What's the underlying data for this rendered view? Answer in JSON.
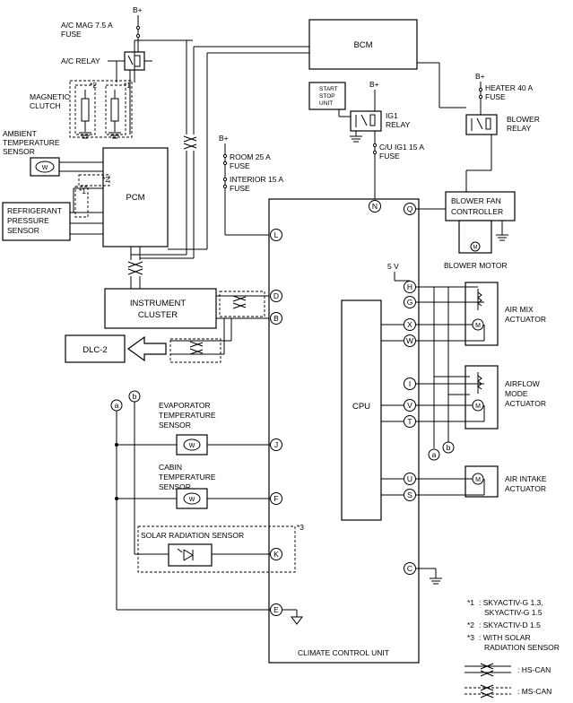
{
  "labels": {
    "b_plus": "B+",
    "ac_mag_fuse_1": "A/C MAG 7.5 A",
    "ac_mag_fuse_2": "FUSE",
    "ac_relay": "A/C RELAY",
    "magnetic_clutch_1": "MAGNETIC",
    "magnetic_clutch_2": "CLUTCH",
    "ambient_1": "AMBIENT",
    "ambient_2": "TEMPERATURE",
    "ambient_3": "SENSOR",
    "refrigerant_1": "REFRIGERANT",
    "refrigerant_2": "PRESSURE",
    "refrigerant_3": "SENSOR",
    "pcm": "PCM",
    "bcm": "BCM",
    "start_stop_1": "START",
    "start_stop_2": "STOP",
    "start_stop_3": "UNIT",
    "ig1_relay_1": "IG1",
    "ig1_relay_2": "RELAY",
    "cu_ig1_fuse_1": "C/U IG1 15 A",
    "cu_ig1_fuse_2": "FUSE",
    "heater_fuse_1": "HEATER 40 A",
    "heater_fuse_2": "FUSE",
    "blower_relay_1": "BLOWER",
    "blower_relay_2": "RELAY",
    "room_fuse_1": "ROOM 25 A",
    "room_fuse_2": "FUSE",
    "interior_fuse_1": "INTERIOR 15 A",
    "interior_fuse_2": "FUSE",
    "blower_fan_1": "BLOWER FAN",
    "blower_fan_2": "CONTROLLER",
    "blower_motor": "BLOWER MOTOR",
    "five_v": "5 V",
    "instrument_1": "INSTRUMENT",
    "instrument_2": "CLUSTER",
    "dlc2": "DLC-2",
    "cpu": "CPU",
    "air_mix_1": "AIR MIX",
    "air_mix_2": "ACTUATOR",
    "airflow_1": "AIRFLOW",
    "airflow_2": "MODE",
    "airflow_3": "ACTUATOR",
    "air_intake_1": "AIR INTAKE",
    "air_intake_2": "ACTUATOR",
    "evap_1": "EVAPORATOR",
    "evap_2": "TEMPERATURE",
    "evap_3": "SENSOR",
    "cabin_1": "CABIN",
    "cabin_2": "TEMPERATURE",
    "cabin_3": "SENSOR",
    "solar": "SOLAR RADIATION SENSOR",
    "ccu": "CLIMATE CONTROL UNIT",
    "mark_1": "*1",
    "mark_2": "*2",
    "mark_3": "*3",
    "wire_a": "a",
    "wire_b": "b",
    "thermistor_symbol": "W"
  },
  "pins": {
    "N": "N",
    "Q": "Q",
    "L": "L",
    "D": "D",
    "B": "B",
    "H": "H",
    "G": "G",
    "X": "X",
    "W": "W",
    "I": "I",
    "V": "V",
    "T": "T",
    "J": "J",
    "F": "F",
    "U": "U",
    "S": "S",
    "K": "K",
    "C": "C",
    "E": "E"
  },
  "motor_symbol": "M",
  "notes": {
    "n1_key": "*1",
    "n1_a": ": SKYACTIV-G 1.3,",
    "n1_b": "SKYACTIV-G 1.5",
    "n2_key": "*2",
    "n2": ": SKYACTIV-D 1.5",
    "n3_key": "*3",
    "n3_a": ": WITH SOLAR",
    "n3_b": "RADIATION SENSOR",
    "hs_can": ": HS-CAN",
    "ms_can": ": MS-CAN"
  }
}
